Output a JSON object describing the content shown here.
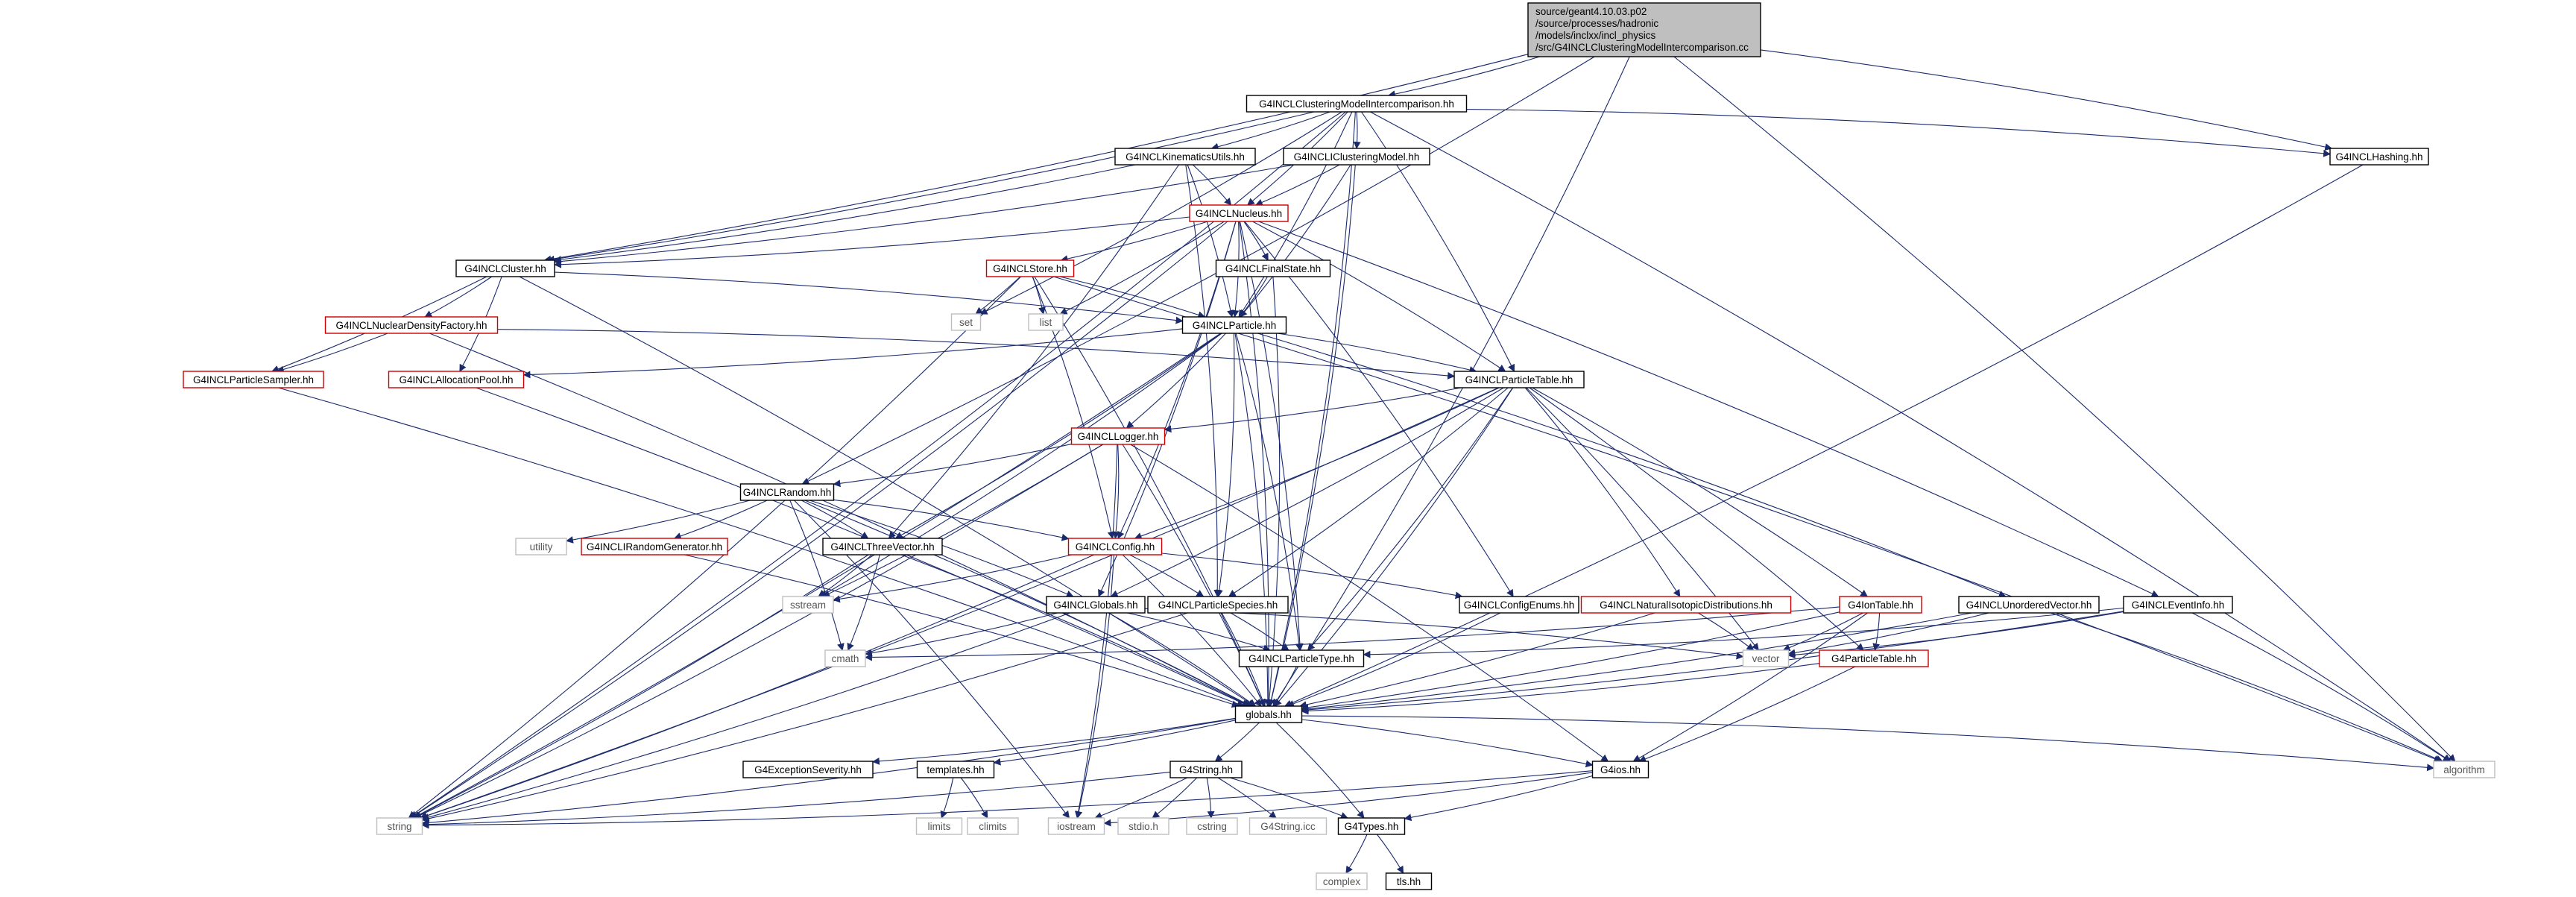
{
  "diagram": {
    "root_lines": [
      "source/geant4.10.03.p02",
      "/source/processes/hadronic",
      "/models/inclxx/incl_physics",
      "/src/G4INCLClusteringModelIntercomparison.cc"
    ],
    "colors": {
      "edge": "#1a2a6c",
      "normal_border": "#000000",
      "highlight_border": "#cc0000",
      "external_border": "#bfbfbf",
      "root_fill": "#bfbfbf",
      "external_text": "#555555"
    },
    "nodes": [
      {
        "id": "cim",
        "label": "G4INCLClusteringModelIntercomparison.hh",
        "kind": "normal"
      },
      {
        "id": "hash",
        "label": "G4INCLHashing.hh",
        "kind": "normal"
      },
      {
        "id": "kin",
        "label": "G4INCLKinematicsUtils.hh",
        "kind": "normal"
      },
      {
        "id": "icm",
        "label": "G4INCLIClusteringModel.hh",
        "kind": "normal"
      },
      {
        "id": "nuc",
        "label": "G4INCLNucleus.hh",
        "kind": "highlight"
      },
      {
        "id": "clu",
        "label": "G4INCLCluster.hh",
        "kind": "normal"
      },
      {
        "id": "sto",
        "label": "G4INCLStore.hh",
        "kind": "highlight"
      },
      {
        "id": "fs",
        "label": "G4INCLFinalState.hh",
        "kind": "normal"
      },
      {
        "id": "set",
        "label": "set",
        "kind": "external"
      },
      {
        "id": "list",
        "label": "list",
        "kind": "external"
      },
      {
        "id": "par",
        "label": "G4INCLParticle.hh",
        "kind": "normal"
      },
      {
        "id": "ndf",
        "label": "G4INCLNuclearDensityFactory.hh",
        "kind": "highlight"
      },
      {
        "id": "psam",
        "label": "G4INCLParticleSampler.hh",
        "kind": "highlight"
      },
      {
        "id": "apool",
        "label": "G4INCLAllocationPool.hh",
        "kind": "highlight"
      },
      {
        "id": "ptab",
        "label": "G4INCLParticleTable.hh",
        "kind": "normal"
      },
      {
        "id": "log",
        "label": "G4INCLLogger.hh",
        "kind": "highlight"
      },
      {
        "id": "rand",
        "label": "G4INCLRandom.hh",
        "kind": "normal"
      },
      {
        "id": "util",
        "label": "utility",
        "kind": "external"
      },
      {
        "id": "irg",
        "label": "G4INCLIRandomGenerator.hh",
        "kind": "highlight"
      },
      {
        "id": "tv",
        "label": "G4INCLThreeVector.hh",
        "kind": "normal"
      },
      {
        "id": "conf",
        "label": "G4INCLConfig.hh",
        "kind": "highlight"
      },
      {
        "id": "sstr",
        "label": "sstream",
        "kind": "external"
      },
      {
        "id": "glob",
        "label": "G4INCLGlobals.hh",
        "kind": "normal"
      },
      {
        "id": "pspc",
        "label": "G4INCLParticleSpecies.hh",
        "kind": "normal"
      },
      {
        "id": "cenum",
        "label": "G4INCLConfigEnums.hh",
        "kind": "normal"
      },
      {
        "id": "nid",
        "label": "G4INCLNaturalIsotopicDistributions.hh",
        "kind": "highlight"
      },
      {
        "id": "iont",
        "label": "G4IonTable.hh",
        "kind": "highlight"
      },
      {
        "id": "uvec",
        "label": "G4INCLUnorderedVector.hh",
        "kind": "normal"
      },
      {
        "id": "evt",
        "label": "G4INCLEventInfo.hh",
        "kind": "normal"
      },
      {
        "id": "cmath",
        "label": "cmath",
        "kind": "external"
      },
      {
        "id": "ptype",
        "label": "G4INCLParticleType.hh",
        "kind": "normal"
      },
      {
        "id": "vec",
        "label": "vector",
        "kind": "external"
      },
      {
        "id": "g4pt",
        "label": "G4ParticleTable.hh",
        "kind": "highlight"
      },
      {
        "id": "gl",
        "label": "globals.hh",
        "kind": "normal"
      },
      {
        "id": "exc",
        "label": "G4ExceptionSeverity.hh",
        "kind": "normal"
      },
      {
        "id": "tmpl",
        "label": "templates.hh",
        "kind": "normal"
      },
      {
        "id": "str4",
        "label": "G4String.hh",
        "kind": "normal"
      },
      {
        "id": "ios",
        "label": "G4ios.hh",
        "kind": "normal"
      },
      {
        "id": "alg",
        "label": "algorithm",
        "kind": "external"
      },
      {
        "id": "limits",
        "label": "limits",
        "kind": "external"
      },
      {
        "id": "climits",
        "label": "climits",
        "kind": "external"
      },
      {
        "id": "string",
        "label": "string",
        "kind": "external"
      },
      {
        "id": "iostr",
        "label": "iostream",
        "kind": "external"
      },
      {
        "id": "stdio",
        "label": "stdio.h",
        "kind": "external"
      },
      {
        "id": "cstr",
        "label": "cstring",
        "kind": "external"
      },
      {
        "id": "sicc",
        "label": "G4String.icc",
        "kind": "external"
      },
      {
        "id": "types",
        "label": "G4Types.hh",
        "kind": "normal"
      },
      {
        "id": "cplx",
        "label": "complex",
        "kind": "external"
      },
      {
        "id": "tls",
        "label": "tls.hh",
        "kind": "normal"
      }
    ],
    "edges": [
      [
        "root",
        "cim"
      ],
      [
        "root",
        "clu"
      ],
      [
        "root",
        "rand"
      ],
      [
        "root",
        "hash"
      ],
      [
        "root",
        "gl"
      ],
      [
        "root",
        "alg"
      ],
      [
        "cim",
        "kin"
      ],
      [
        "cim",
        "icm"
      ],
      [
        "cim",
        "nuc"
      ],
      [
        "cim",
        "clu"
      ],
      [
        "cim",
        "hash"
      ],
      [
        "cim",
        "par"
      ],
      [
        "cim",
        "ptab"
      ],
      [
        "cim",
        "set"
      ],
      [
        "cim",
        "string"
      ],
      [
        "cim",
        "gl"
      ],
      [
        "cim",
        "alg"
      ],
      [
        "hash",
        "gl"
      ],
      [
        "kin",
        "nuc"
      ],
      [
        "kin",
        "par"
      ],
      [
        "kin",
        "tv"
      ],
      [
        "kin",
        "pspc"
      ],
      [
        "kin",
        "clu"
      ],
      [
        "icm",
        "nuc"
      ],
      [
        "icm",
        "par"
      ],
      [
        "icm",
        "clu"
      ],
      [
        "icm",
        "gl"
      ],
      [
        "nuc",
        "par"
      ],
      [
        "nuc",
        "sto"
      ],
      [
        "nuc",
        "fs"
      ],
      [
        "nuc",
        "clu"
      ],
      [
        "nuc",
        "ptab"
      ],
      [
        "nuc",
        "conf"
      ],
      [
        "nuc",
        "list"
      ],
      [
        "nuc",
        "evt"
      ],
      [
        "nuc",
        "cenum"
      ],
      [
        "nuc",
        "glob"
      ],
      [
        "nuc",
        "gl"
      ],
      [
        "nuc",
        "string"
      ],
      [
        "nuc",
        "ptype"
      ],
      [
        "clu",
        "par"
      ],
      [
        "clu",
        "ndf"
      ],
      [
        "clu",
        "psam"
      ],
      [
        "clu",
        "apool"
      ],
      [
        "clu",
        "gl"
      ],
      [
        "sto",
        "par"
      ],
      [
        "sto",
        "set"
      ],
      [
        "sto",
        "list"
      ],
      [
        "sto",
        "conf"
      ],
      [
        "sto",
        "gl"
      ],
      [
        "sto",
        "alg"
      ],
      [
        "sto",
        "string"
      ],
      [
        "fs",
        "par"
      ],
      [
        "fs",
        "gl"
      ],
      [
        "par",
        "ptab"
      ],
      [
        "par",
        "apool"
      ],
      [
        "par",
        "log"
      ],
      [
        "par",
        "tv"
      ],
      [
        "par",
        "ptype"
      ],
      [
        "par",
        "pspc"
      ],
      [
        "par",
        "uvec"
      ],
      [
        "par",
        "gl"
      ],
      [
        "par",
        "sstr"
      ],
      [
        "par",
        "string"
      ],
      [
        "ndf",
        "psam"
      ],
      [
        "ndf",
        "ptab"
      ],
      [
        "ndf",
        "gl"
      ],
      [
        "psam",
        "gl"
      ],
      [
        "apool",
        "gl"
      ],
      [
        "ptab",
        "log"
      ],
      [
        "ptab",
        "conf"
      ],
      [
        "ptab",
        "pspc"
      ],
      [
        "ptab",
        "ptype"
      ],
      [
        "ptab",
        "glob"
      ],
      [
        "ptab",
        "nid"
      ],
      [
        "ptab",
        "iont"
      ],
      [
        "ptab",
        "g4pt"
      ],
      [
        "ptab",
        "vec"
      ],
      [
        "ptab",
        "gl"
      ],
      [
        "ptab",
        "string"
      ],
      [
        "log",
        "rand"
      ],
      [
        "log",
        "conf"
      ],
      [
        "log",
        "sstr"
      ],
      [
        "log",
        "string"
      ],
      [
        "log",
        "gl"
      ],
      [
        "log",
        "ios"
      ],
      [
        "log",
        "iostr"
      ],
      [
        "rand",
        "util"
      ],
      [
        "rand",
        "irg"
      ],
      [
        "rand",
        "tv"
      ],
      [
        "rand",
        "conf"
      ],
      [
        "rand",
        "glob"
      ],
      [
        "rand",
        "cmath"
      ],
      [
        "rand",
        "gl"
      ],
      [
        "rand",
        "iostr"
      ],
      [
        "irg",
        "gl"
      ],
      [
        "tv",
        "sstr"
      ],
      [
        "tv",
        "cmath"
      ],
      [
        "tv",
        "string"
      ],
      [
        "tv",
        "gl"
      ],
      [
        "conf",
        "sstr"
      ],
      [
        "conf",
        "cenum"
      ],
      [
        "conf",
        "pspc"
      ],
      [
        "conf",
        "string"
      ],
      [
        "conf",
        "gl"
      ],
      [
        "conf",
        "iostr"
      ],
      [
        "glob",
        "cmath"
      ],
      [
        "glob",
        "ptype"
      ],
      [
        "glob",
        "vec"
      ],
      [
        "glob",
        "gl"
      ],
      [
        "glob",
        "string"
      ],
      [
        "pspc",
        "ptype"
      ],
      [
        "pspc",
        "gl"
      ],
      [
        "pspc",
        "string"
      ],
      [
        "cenum",
        "gl"
      ],
      [
        "nid",
        "vec"
      ],
      [
        "nid",
        "gl"
      ],
      [
        "iont",
        "vec"
      ],
      [
        "iont",
        "g4pt"
      ],
      [
        "iont",
        "gl"
      ],
      [
        "iont",
        "ios"
      ],
      [
        "iont",
        "cmath"
      ],
      [
        "uvec",
        "vec"
      ],
      [
        "uvec",
        "gl"
      ],
      [
        "uvec",
        "alg"
      ],
      [
        "evt",
        "ptype"
      ],
      [
        "evt",
        "vec"
      ],
      [
        "evt",
        "gl"
      ],
      [
        "evt",
        "alg"
      ],
      [
        "ptype",
        "gl"
      ],
      [
        "g4pt",
        "gl"
      ],
      [
        "g4pt",
        "ios"
      ],
      [
        "gl",
        "exc"
      ],
      [
        "gl",
        "tmpl"
      ],
      [
        "gl",
        "str4"
      ],
      [
        "gl",
        "ios"
      ],
      [
        "gl",
        "types"
      ],
      [
        "gl",
        "string"
      ],
      [
        "gl",
        "alg"
      ],
      [
        "tmpl",
        "limits"
      ],
      [
        "tmpl",
        "climits"
      ],
      [
        "str4",
        "string"
      ],
      [
        "str4",
        "iostr"
      ],
      [
        "str4",
        "stdio"
      ],
      [
        "str4",
        "cstr"
      ],
      [
        "str4",
        "sicc"
      ],
      [
        "str4",
        "types"
      ],
      [
        "ios",
        "iostr"
      ],
      [
        "ios",
        "types"
      ],
      [
        "ios",
        "string"
      ],
      [
        "types",
        "cplx"
      ],
      [
        "types",
        "tls"
      ]
    ]
  }
}
